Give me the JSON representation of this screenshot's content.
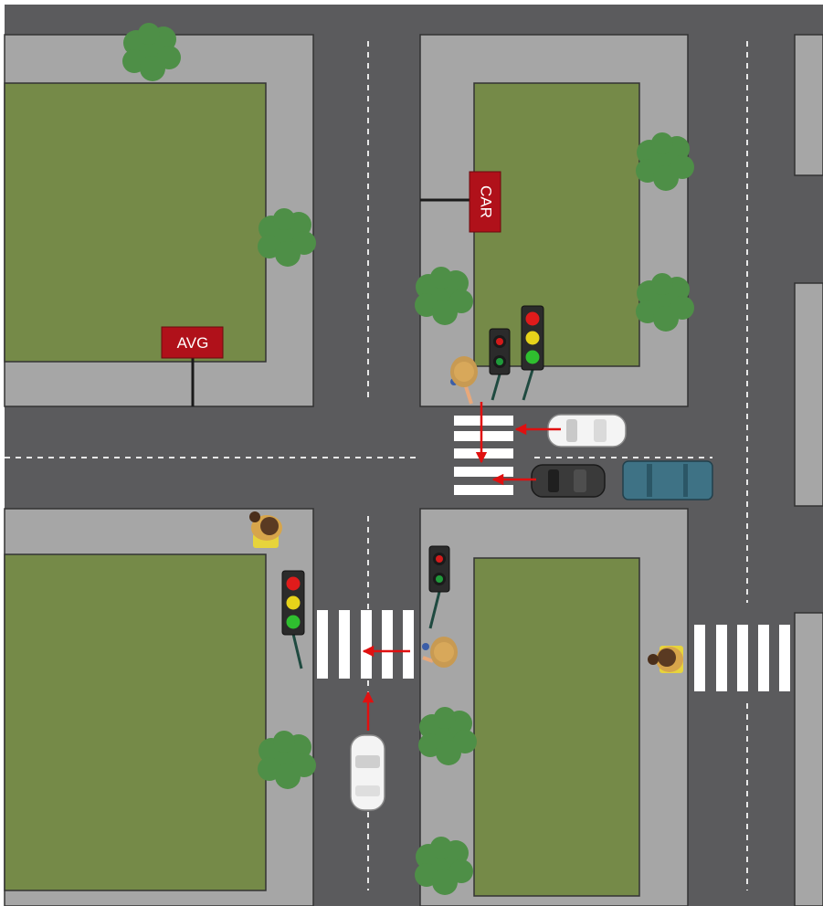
{
  "signs": {
    "avg": "AVG",
    "car": "CAR"
  },
  "colors": {
    "road": "#5b5b5d",
    "sidewalk": "#a6a6a6",
    "grass": "#758a48",
    "tree": "#4e8f47",
    "sign": "#b0111a",
    "arrow": "#e01010",
    "car_white": "#f4f4f4",
    "car_dark": "#3a3a3a",
    "car_teal": "#3e7285"
  },
  "icons": [
    "tree-icon",
    "traffic-light-icon",
    "pedestrian-signal-icon",
    "pedestrian-icon",
    "car-icon",
    "arrow-icon",
    "crosswalk"
  ]
}
